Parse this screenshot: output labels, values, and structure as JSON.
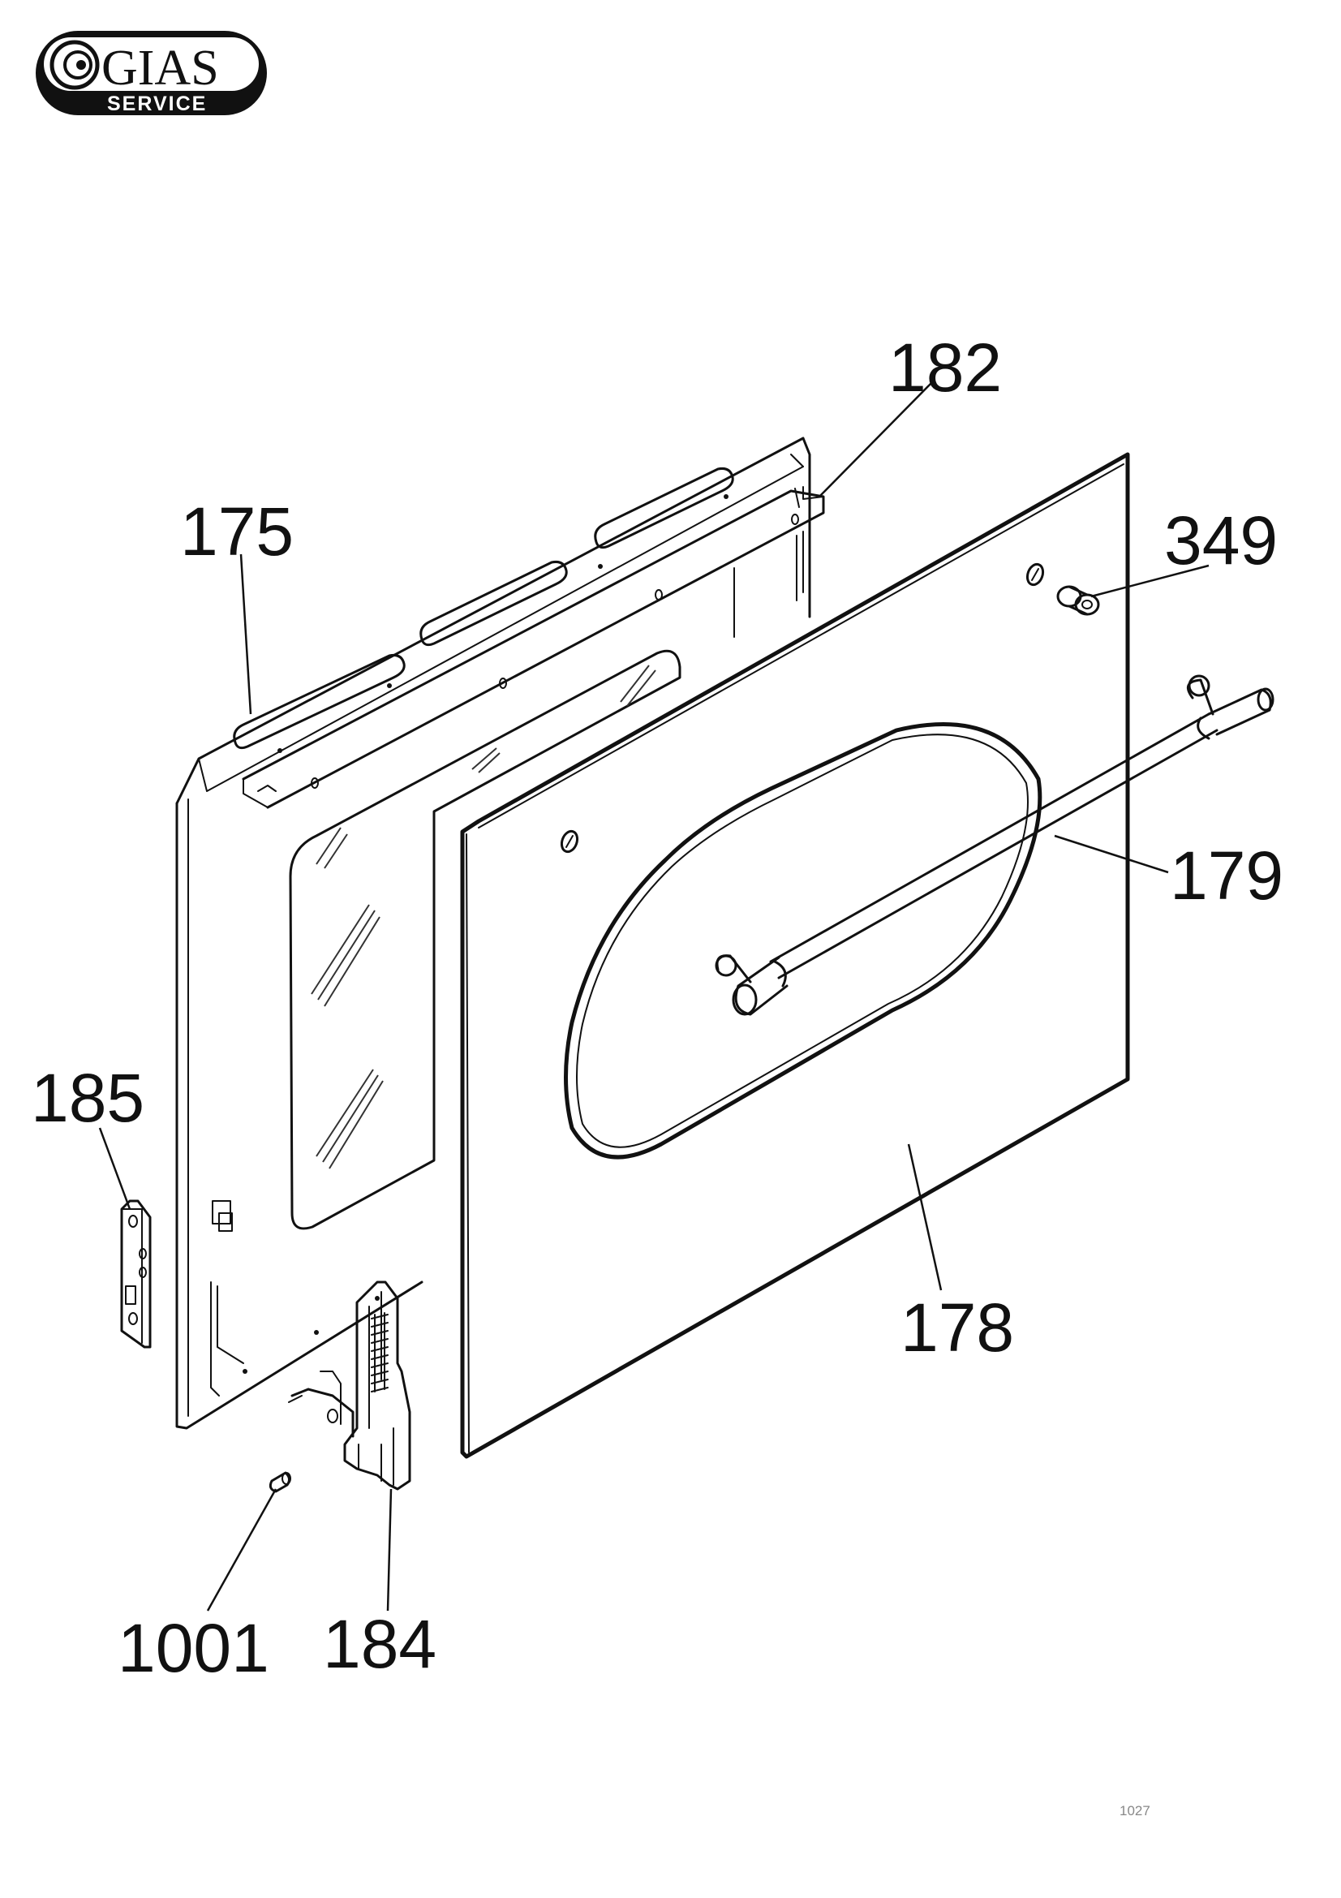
{
  "logo": {
    "name": "GIAS",
    "sub": "SERVICE"
  },
  "callouts": [
    {
      "id": "182",
      "label": "182"
    },
    {
      "id": "175",
      "label": "175"
    },
    {
      "id": "349",
      "label": "349"
    },
    {
      "id": "179",
      "label": "179"
    },
    {
      "id": "185",
      "label": "185"
    },
    {
      "id": "178",
      "label": "178"
    },
    {
      "id": "1001",
      "label": "1001"
    },
    {
      "id": "184",
      "label": "184"
    }
  ],
  "page_number": "1027"
}
